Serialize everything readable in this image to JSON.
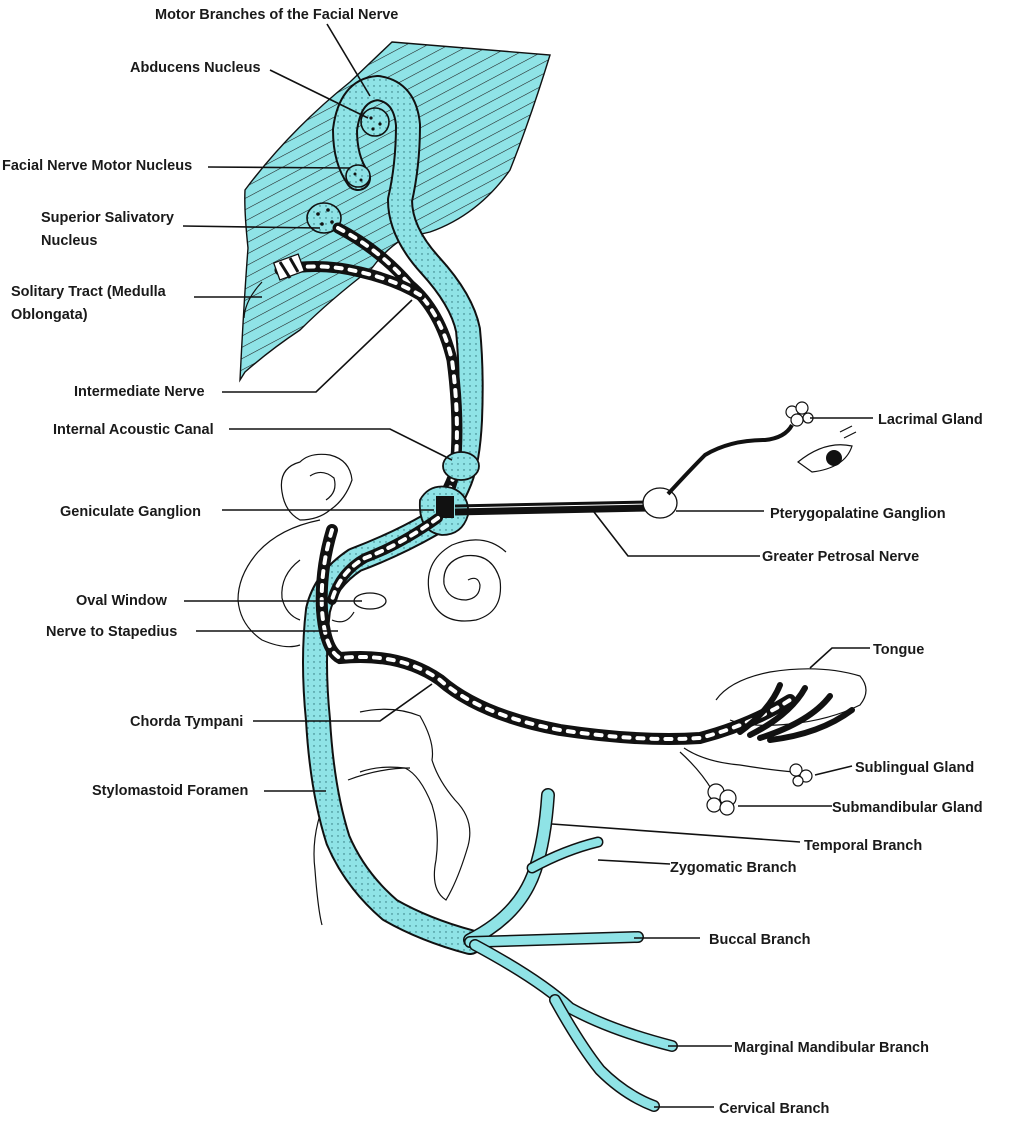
{
  "colors": {
    "motor_fill": "#8fe3e6",
    "brainstem_fill": "#8fe3e6",
    "outline": "#111111",
    "parasympathetic": "#111111",
    "background": "#ffffff"
  },
  "labels": {
    "motor_branches": "Motor Branches of the Facial Nerve",
    "abducens_nucleus": "Abducens Nucleus",
    "facial_motor_nucleus": "Facial Nerve Motor Nucleus",
    "superior_salivatory_1": "Superior Salivatory",
    "superior_salivatory_2": "Nucleus",
    "solitary_tract_1": "Solitary Tract (Medulla",
    "solitary_tract_2": "Oblongata)",
    "intermediate_nerve": "Intermediate Nerve",
    "internal_acoustic_canal": "Internal Acoustic Canal",
    "geniculate_ganglion": "Geniculate Ganglion",
    "oval_window": "Oval Window",
    "nerve_to_stapedius": "Nerve to Stapedius",
    "chorda_tympani": "Chorda Tympani",
    "stylomastoid_foramen": "Stylomastoid Foramen",
    "lacrimal_gland": "Lacrimal Gland",
    "pterygopalatine_ganglion": "Pterygopalatine Ganglion",
    "greater_petrosal_nerve": "Greater Petrosal Nerve",
    "tongue": "Tongue",
    "sublingual_gland": "Sublingual Gland",
    "submandibular_gland": "Submandibular Gland",
    "temporal_branch": "Temporal Branch",
    "zygomatic_branch": "Zygomatic Branch",
    "buccal_branch": "Buccal Branch",
    "marginal_mandibular_branch": "Marginal Mandibular Branch",
    "cervical_branch": "Cervical Branch"
  }
}
